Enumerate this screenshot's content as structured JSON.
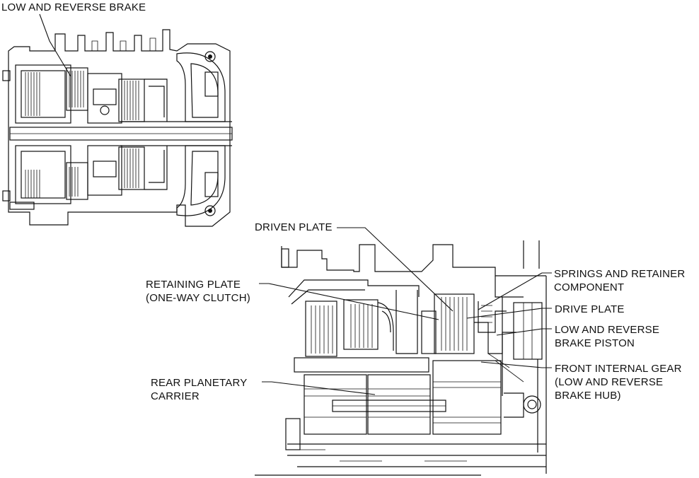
{
  "labels": {
    "low_reverse_brake": "LOW AND REVERSE BRAKE",
    "driven_plate": "DRIVEN PLATE",
    "retaining_plate": "RETAINING PLATE\n(ONE-WAY CLUTCH)",
    "springs_retainer": "SPRINGS AND RETAINER\nCOMPONENT",
    "drive_plate": "DRIVE PLATE",
    "brake_piston": "LOW AND REVERSE\nBRAKE PISTON",
    "front_internal_gear": "FRONT INTERNAL GEAR\n(LOW AND REVERSE\nBRAKE HUB)",
    "rear_planetary_carrier": "REAR PLANETARY\nCARRIER"
  }
}
